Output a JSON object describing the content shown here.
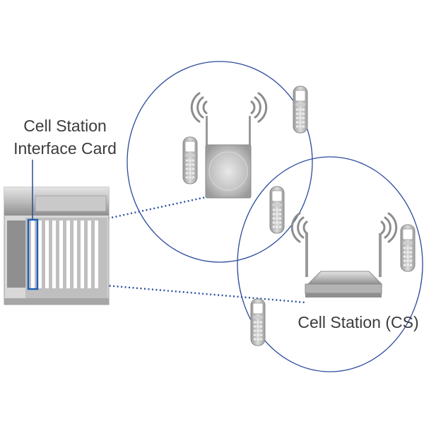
{
  "labels": {
    "card_line1": "Cell Station",
    "card_line2": "Interface Card",
    "cs_label": "Cell Station (CS)"
  },
  "colors": {
    "coverage_circle": "#2b4a9e",
    "link_dots": "#2a4f9e",
    "card_highlight": "#1e5fb4",
    "equipment_gray": "#a8a8a8",
    "text": "#3c3c3c"
  },
  "icons": {
    "handset": "cordless-phone-icon",
    "small_station": "indoor-cell-station-icon",
    "large_station": "cell-station-icon",
    "cabinet": "pbx-cabinet-icon",
    "signal": "wireless-signal-icon"
  }
}
